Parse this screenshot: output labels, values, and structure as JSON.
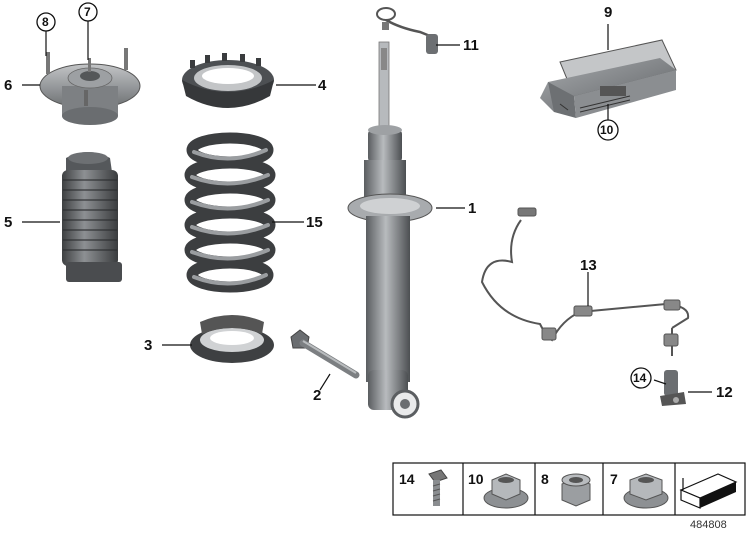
{
  "callouts": {
    "c1": "1",
    "c2": "2",
    "c3": "3",
    "c4": "4",
    "c5": "5",
    "c6": "6",
    "c7": "7",
    "c8": "8",
    "c9": "9",
    "c10": "10",
    "c11": "11",
    "c12": "12",
    "c13": "13",
    "c14": "14",
    "c15": "15"
  },
  "parts_strip": {
    "items": [
      "14",
      "10",
      "8",
      "7"
    ]
  },
  "reference_number": "484808",
  "colors": {
    "part_dark": "#4a4c4e",
    "part_mid": "#8a8d90",
    "part_light": "#c9cbcd",
    "background": "#ffffff",
    "line": "#111111"
  }
}
